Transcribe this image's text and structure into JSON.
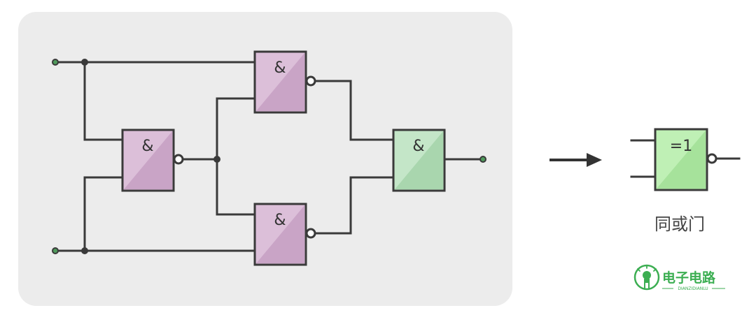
{
  "colors": {
    "and_gate_fill": "#dcbfd9",
    "nand_output_gate_fill": "#c4e6c8",
    "xnor_gate_fill": "#bff0b5",
    "wire": "#3a3a3a",
    "terminal": "#4f9a5b",
    "logo_green": "#3cae52",
    "panel_background": "#ececec"
  },
  "circuit": {
    "gates": [
      {
        "id": "nand-left",
        "label": "&",
        "inverted_output": true
      },
      {
        "id": "nand-top",
        "label": "&",
        "inverted_output": true
      },
      {
        "id": "nand-bottom",
        "label": "&",
        "inverted_output": true
      },
      {
        "id": "and-output",
        "label": "&",
        "inverted_output": false
      }
    ],
    "inputs": 2,
    "outputs": 1
  },
  "arrow": {
    "icon": "right-arrow-icon"
  },
  "equivalent": {
    "gate_label": "=1",
    "inverted_output": true,
    "caption": "同或门"
  },
  "logo": {
    "icon": "led-bulb-icon",
    "text": "电子电路",
    "subtext": "DIANZIDIANLU"
  }
}
